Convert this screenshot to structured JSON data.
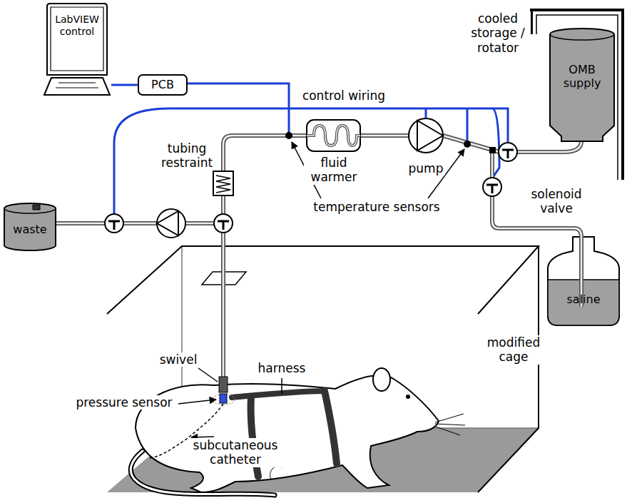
{
  "diagram": {
    "nodes": [
      {
        "text": [
          "LabVIEW control"
        ]
      },
      {
        "text": [
          "PCB"
        ]
      },
      {
        "text": [
          "OMB supply"
        ]
      },
      {
        "text": [
          "waste"
        ]
      },
      {
        "text": [
          "saline"
        ]
      }
    ],
    "edges": [
      {
        "from": 0,
        "to": 1,
        "arrow": "none"
      }
    ],
    "labels": [
      "control wiring",
      "cooled storage / rotator",
      "tubing restraint",
      "fluid warmer",
      "pump",
      "temperature sensors",
      "solenoid valve",
      "swivel",
      "harness",
      "pressure sensor",
      "subcutaneous catheter",
      "modified cage"
    ]
  }
}
